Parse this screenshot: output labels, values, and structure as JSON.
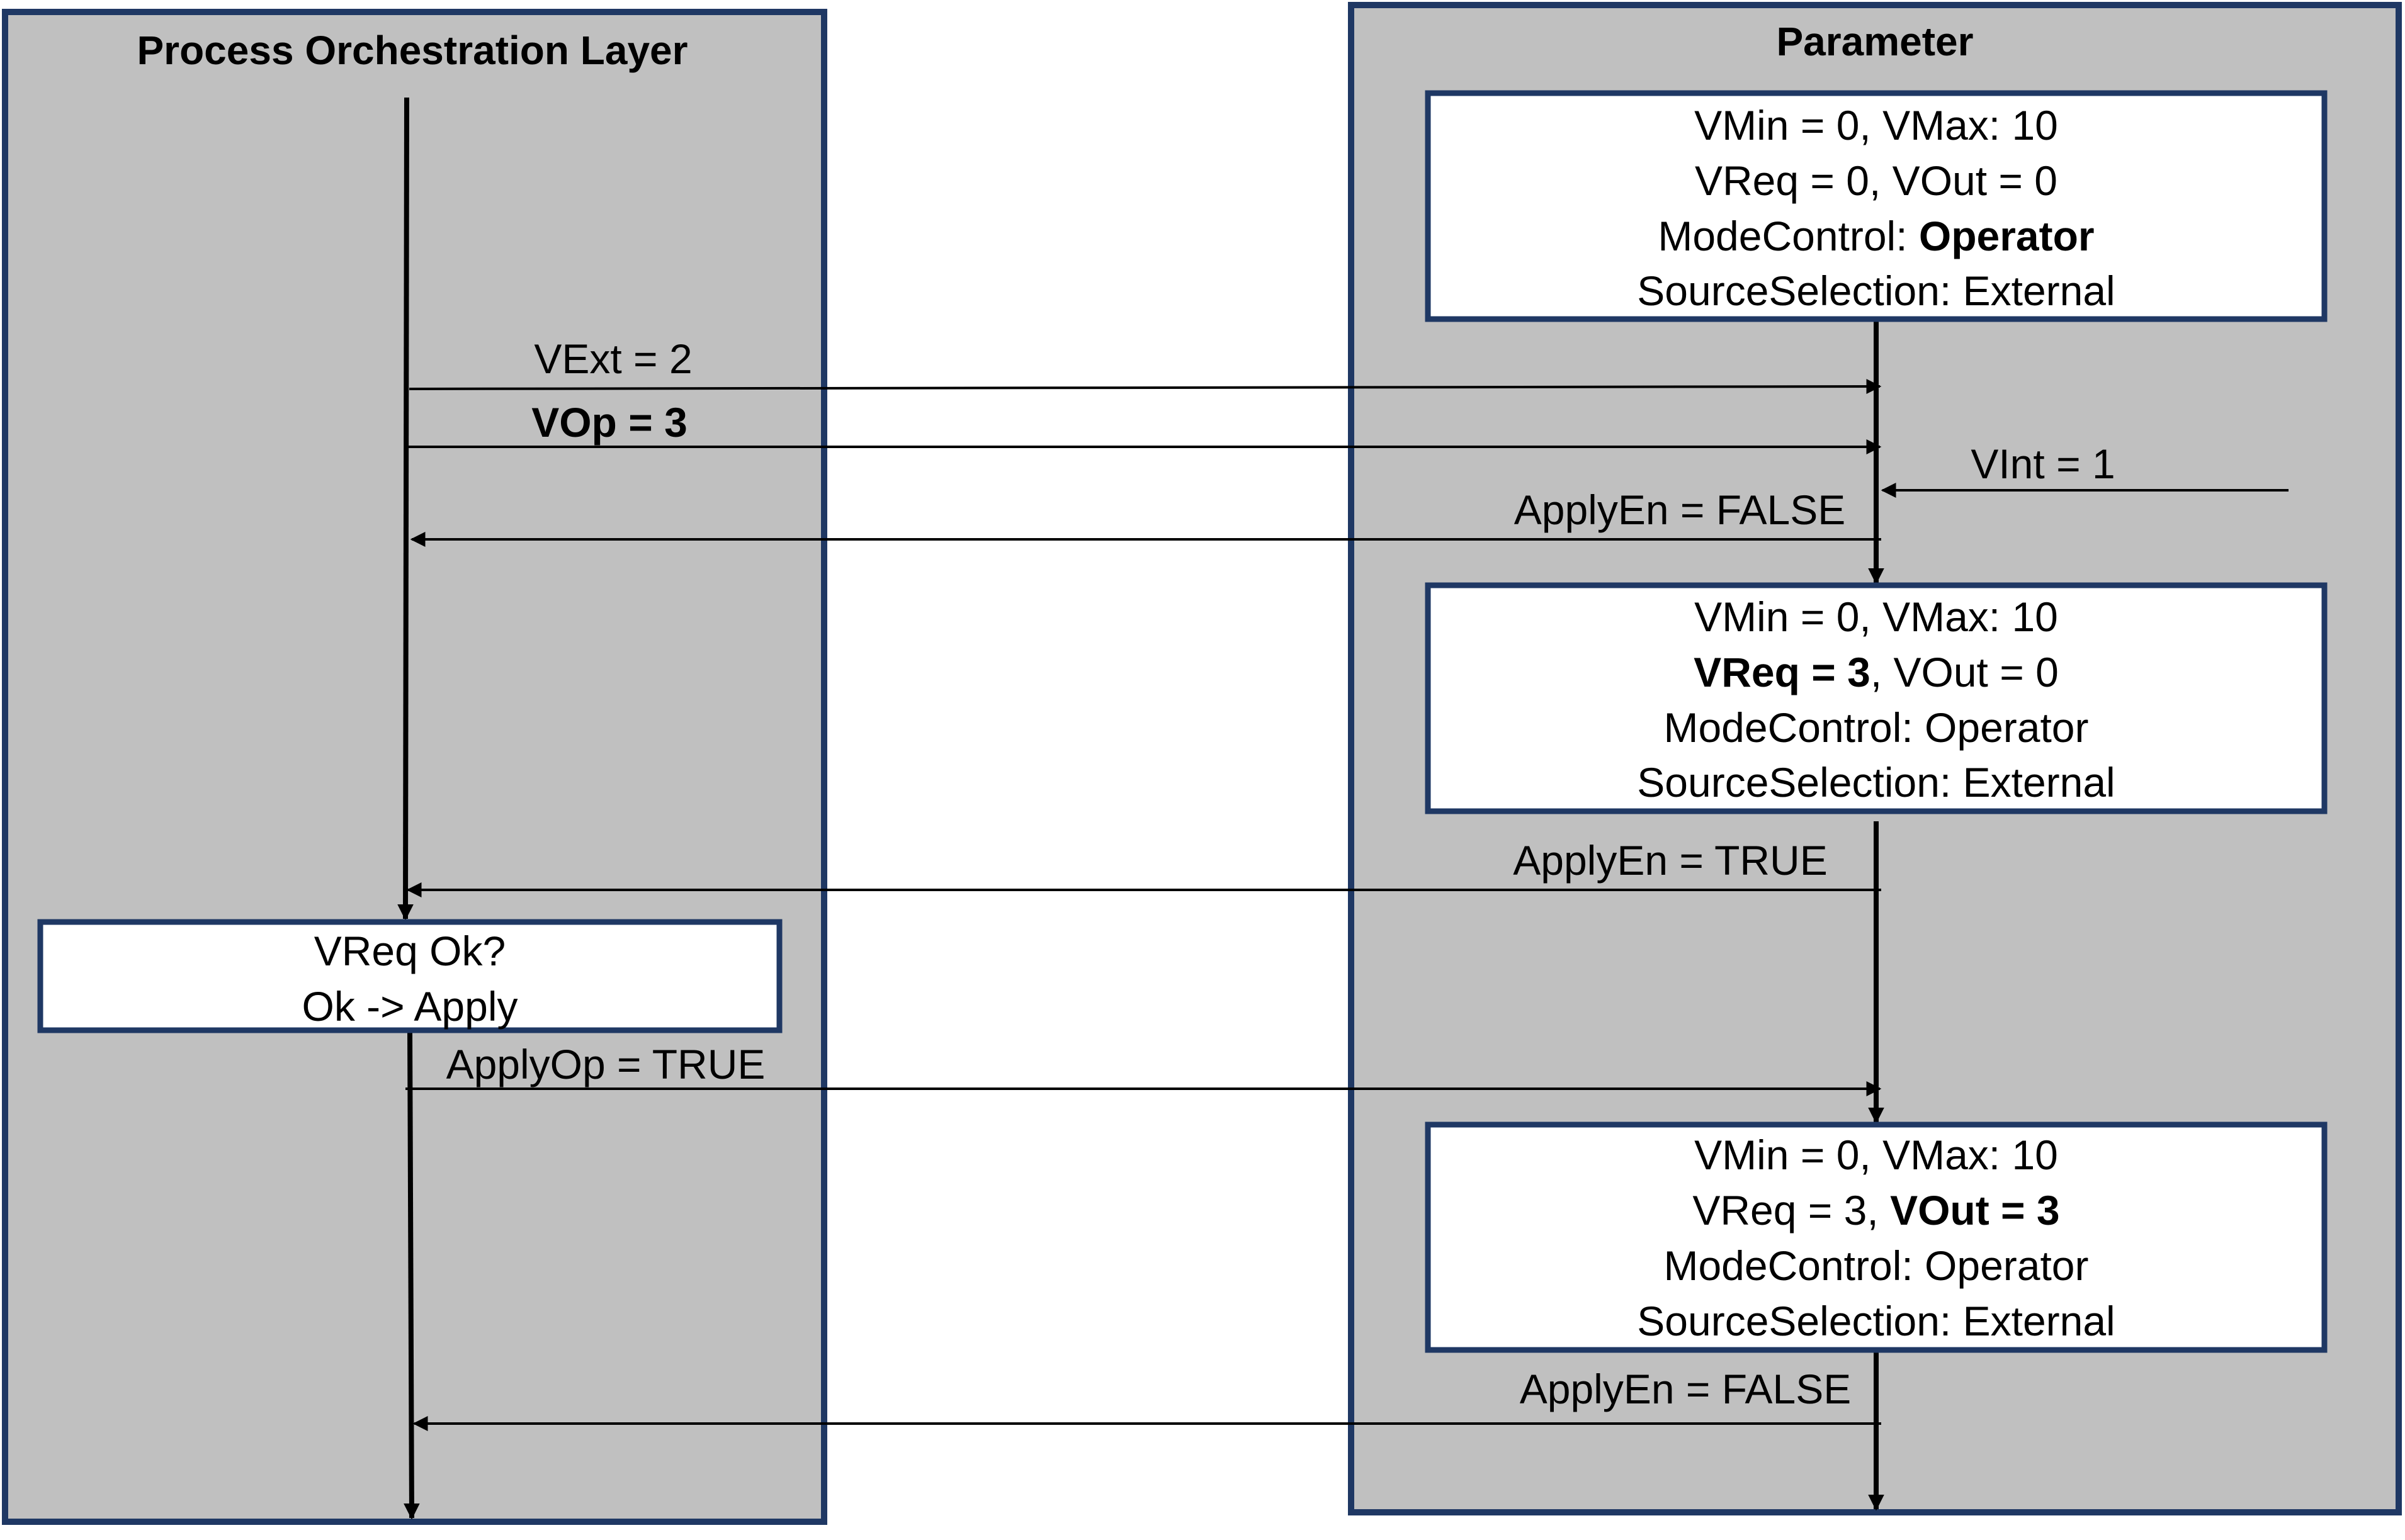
{
  "lanes": {
    "left_title": "Process Orchestration Layer",
    "right_title": "Parameter"
  },
  "states": [
    {
      "lines": [
        [
          {
            "text": "VMin = 0, VMax: 10",
            "bold": false
          }
        ],
        [
          {
            "text": "VReq = 0, VOut = 0",
            "bold": false
          }
        ],
        [
          {
            "text": "ModeControl: ",
            "bold": false
          },
          {
            "text": "Operator",
            "bold": true
          }
        ],
        [
          {
            "text": "SourceSelection: External",
            "bold": false
          }
        ]
      ]
    },
    {
      "lines": [
        [
          {
            "text": "VMin = 0, VMax: 10",
            "bold": false
          }
        ],
        [
          {
            "text": "VReq = 3",
            "bold": true
          },
          {
            "text": ", VOut = 0",
            "bold": false
          }
        ],
        [
          {
            "text": "ModeControl: Operator",
            "bold": false
          }
        ],
        [
          {
            "text": "SourceSelection: External",
            "bold": false
          }
        ]
      ]
    },
    {
      "lines": [
        [
          {
            "text": "VMin = 0, VMax: 10",
            "bold": false
          }
        ],
        [
          {
            "text": "VReq = 3, ",
            "bold": false
          },
          {
            "text": "VOut = 3",
            "bold": true
          }
        ],
        [
          {
            "text": "ModeControl: Operator",
            "bold": false
          }
        ],
        [
          {
            "text": "SourceSelection: External",
            "bold": false
          }
        ]
      ]
    }
  ],
  "decision": {
    "line1": "VReq Ok?",
    "line2": "Ok -> Apply"
  },
  "messages": {
    "vext": "VExt = 2",
    "vop": "VOp = 3",
    "vint": "VInt = 1",
    "applyen_false_1": "ApplyEn = FALSE",
    "applyen_true": "ApplyEn = TRUE",
    "applyop_true": "ApplyOp = TRUE",
    "applyen_false_2": "ApplyEn = FALSE"
  },
  "colors": {
    "lane_fill": "#c0c0c0",
    "lane_border": "#1f3864",
    "box_fill": "#ffffff",
    "box_border": "#1f3864",
    "line": "#000000"
  }
}
